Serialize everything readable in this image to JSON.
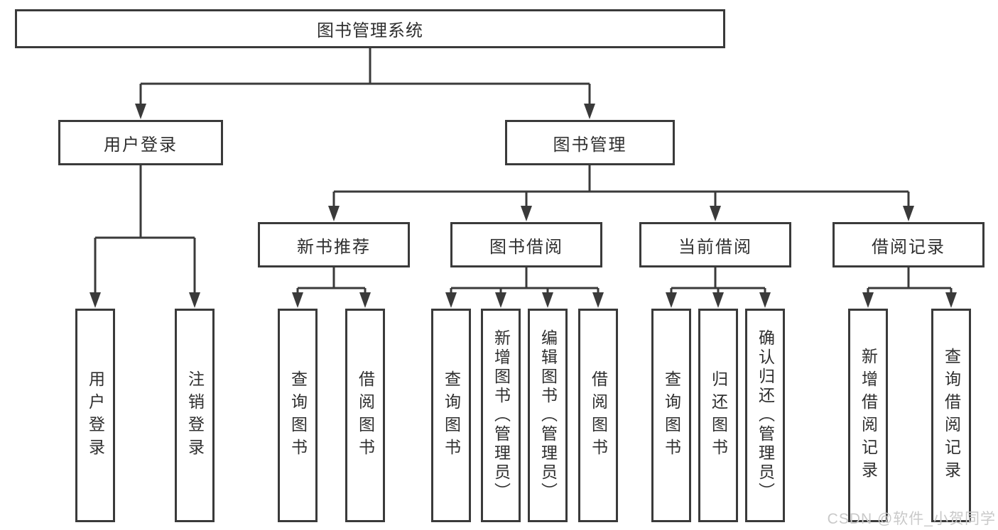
{
  "diagram": {
    "root": {
      "label": "图书管理系统"
    },
    "branches": [
      {
        "label": "用户登录",
        "children": [
          {
            "label": "用户登录"
          },
          {
            "label": "注销登录"
          }
        ]
      },
      {
        "label": "图书管理",
        "groups": [
          {
            "label": "新书推荐",
            "children": [
              {
                "label": "查询图书"
              },
              {
                "label": "借阅图书"
              }
            ]
          },
          {
            "label": "图书借阅",
            "children": [
              {
                "label": "查询图书"
              },
              {
                "label": "新增图书（管理员）"
              },
              {
                "label": "编辑图书（管理员）"
              },
              {
                "label": "借阅图书"
              }
            ]
          },
          {
            "label": "当前借阅",
            "children": [
              {
                "label": "查询图书"
              },
              {
                "label": "归还图书"
              },
              {
                "label": "确认归还（管理员）"
              }
            ]
          },
          {
            "label": "借阅记录",
            "children": [
              {
                "label": "新增借阅记录"
              },
              {
                "label": "查询借阅记录"
              }
            ]
          }
        ]
      }
    ]
  },
  "watermark": {
    "text": "CSDN @软件_小贺同学"
  },
  "colors": {
    "line": "#3a3a3a",
    "text": "#2f2f2f",
    "watermark": "#c9c9c9",
    "background": "#ffffff"
  }
}
